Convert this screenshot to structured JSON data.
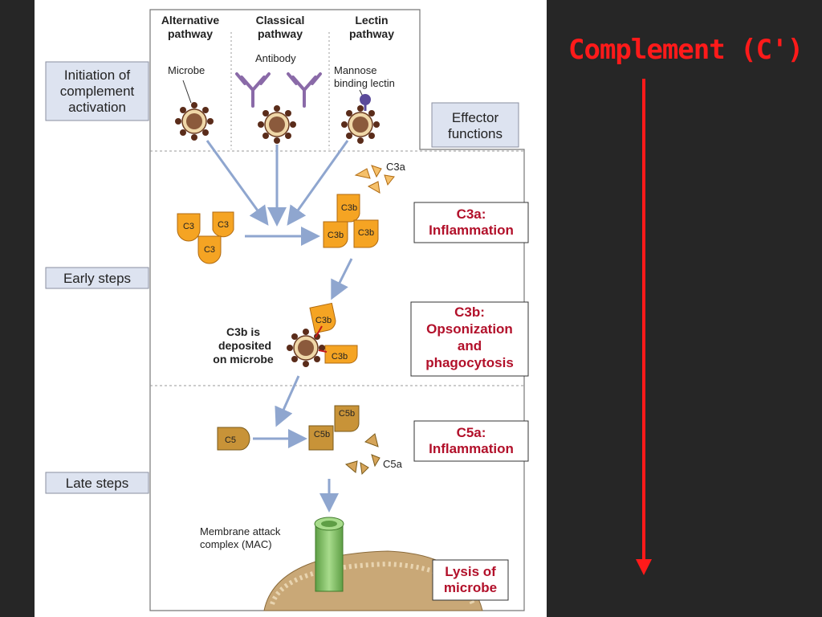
{
  "slide": {
    "title": "Complement (C')"
  },
  "pathways": {
    "alternative": [
      "Alternative",
      "pathway"
    ],
    "classical": [
      "Classical",
      "pathway"
    ],
    "lectin": [
      "Lectin",
      "pathway"
    ]
  },
  "initiators": {
    "microbe": "Microbe",
    "antibody": "Antibody",
    "mbl": [
      "Mannose",
      "binding lectin"
    ]
  },
  "stages": {
    "initiation": [
      "Initiation of",
      "complement",
      "activation"
    ],
    "early": "Early steps",
    "late": "Late steps",
    "effector": [
      "Effector",
      "functions"
    ]
  },
  "molecules": {
    "c3": "C3",
    "c3b": "C3b",
    "c3a": "C3a",
    "c5": "C5",
    "c5b": "C5b",
    "c5a": "C5a"
  },
  "deposit_label": [
    "C3b is",
    "deposited",
    "on microbe"
  ],
  "mac_label": [
    "Membrane attack",
    "complex (MAC)"
  ],
  "effects": {
    "c3a": [
      "C3a:",
      "Inflammation"
    ],
    "c3b": [
      "C3b:",
      "Opsonization",
      "and",
      "phagocytosis"
    ],
    "c5a": [
      "C5a:",
      "Inflammation"
    ],
    "lysis": [
      "Lysis of",
      "microbe"
    ]
  },
  "colors": {
    "title_red": "#ff1a1a",
    "effect_red": "#b2102a",
    "arrow_blue": "#8fa6cf",
    "c3_orange": "#f5a423",
    "c5_brown": "#c89338",
    "box_fill": "#dde3f0",
    "mac_green": "#7fc062"
  }
}
